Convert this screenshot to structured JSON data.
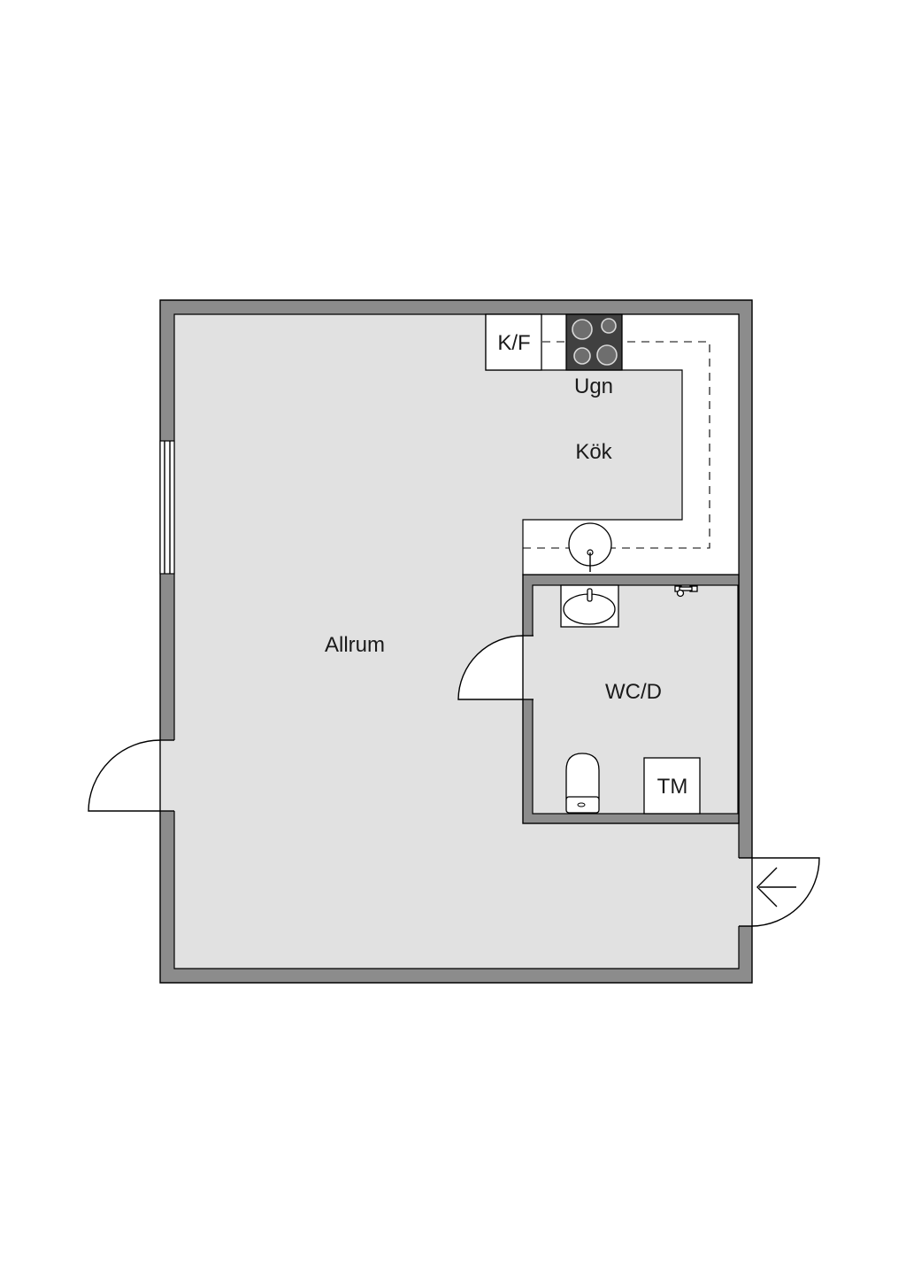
{
  "rooms": {
    "living": "Allrum",
    "kitchen": "Kök",
    "bathroom": "WC/D"
  },
  "fixtures": {
    "fridge_freezer": "K/F",
    "oven": "Ugn",
    "washing_machine": "TM"
  },
  "icons": {
    "entrance": "arrow-left-icon",
    "stove": "stove-icon",
    "sink": "sink-icon",
    "toilet": "toilet-icon"
  },
  "colors": {
    "floor": "#e1e1e1",
    "wall": "#8c8c8c",
    "stove": "#404040"
  }
}
